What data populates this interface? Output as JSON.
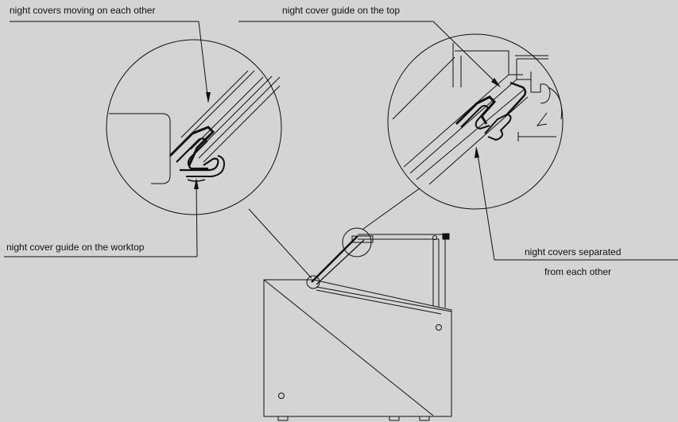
{
  "labels": {
    "moving": "night covers moving on each other",
    "guide_top": "night cover guide on the top",
    "guide_worktop": "night cover guide on the worktop",
    "separated_line1": "night covers separated",
    "separated_line2": "from each other"
  },
  "colors": {
    "background": "#d4d4d4",
    "line": "#111111"
  }
}
